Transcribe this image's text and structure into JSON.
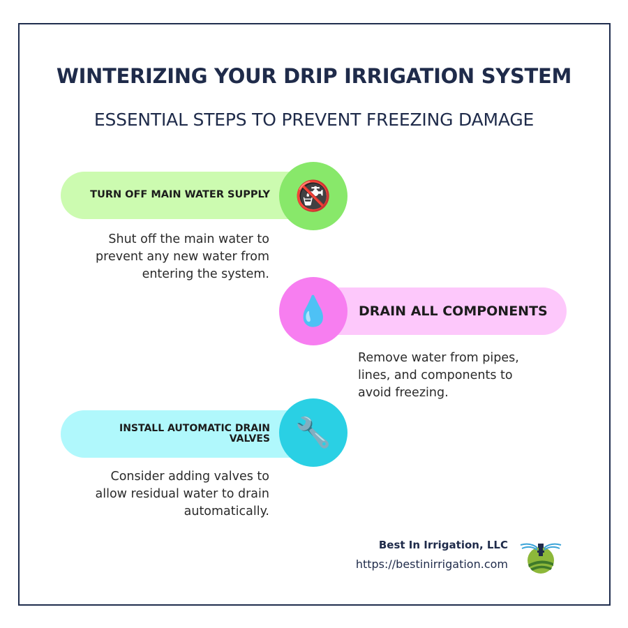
{
  "header": {
    "title": "WINTERIZING YOUR DRIP IRRIGATION SYSTEM",
    "subtitle": "ESSENTIAL STEPS TO PREVENT FREEZING DAMAGE"
  },
  "steps": [
    {
      "title": "TURN OFF MAIN WATER SUPPLY",
      "icon": "no-water-icon",
      "icon_glyph": "🚱",
      "description_lines": [
        "Shut off the main water to",
        "prevent any new water from",
        "entering the system."
      ],
      "pill_color": "#ccfbb0",
      "circle_color": "#88e86a"
    },
    {
      "title": "DRAIN ALL COMPONENTS",
      "icon": "droplet-icon",
      "icon_glyph": "💧",
      "description_lines": [
        "Remove water from pipes,",
        "lines, and components to",
        "avoid freezing."
      ],
      "pill_color": "#fdc8fb",
      "circle_color": "#f77ef0"
    },
    {
      "title_lines": [
        "INSTALL AUTOMATIC DRAIN",
        "VALVES"
      ],
      "icon": "wrench-icon",
      "icon_glyph": "🔧",
      "description_lines": [
        "Consider adding valves to",
        "allow residual water to drain",
        "automatically."
      ],
      "pill_color": "#b0f8fc",
      "circle_color": "#2ad0e4"
    }
  ],
  "footer": {
    "company": "Best In Irrigation, LLC",
    "url": "https://bestinirrigation.com",
    "logo": "best-in-irrigation-logo"
  },
  "colors": {
    "navy": "#1f2b4a",
    "border": "#1f2d4e"
  }
}
